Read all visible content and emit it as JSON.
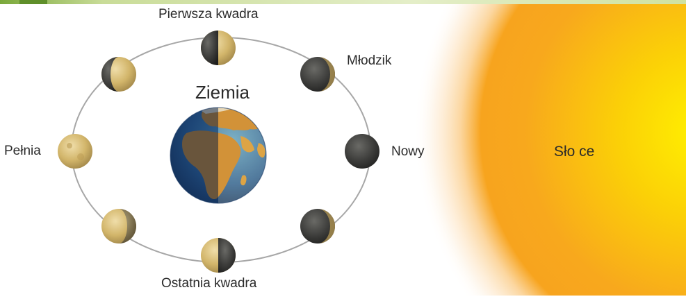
{
  "labels": {
    "first_quarter": "Pierwsza kwadra",
    "young_moon": "Młodzik",
    "earth": "Ziemia",
    "full_moon": "Pełnia",
    "new_moon": "Nowy",
    "sun": "Sło ce",
    "last_quarter": "Ostatnia kwadra"
  },
  "colors": {
    "orbit": "#a7a7a7",
    "moon_lit": "#d9c27a",
    "moon_dark": "#3c3c3a",
    "sun_core": "#ffe600",
    "sun_edge": "#f7a21b",
    "ocean": "#2d6fb8",
    "land": "#c98a3a",
    "banner": "#9cc24a"
  },
  "icons": {
    "earth": "globe-icon",
    "sun": "sun-icon",
    "moon": "moon-phase-icon"
  }
}
